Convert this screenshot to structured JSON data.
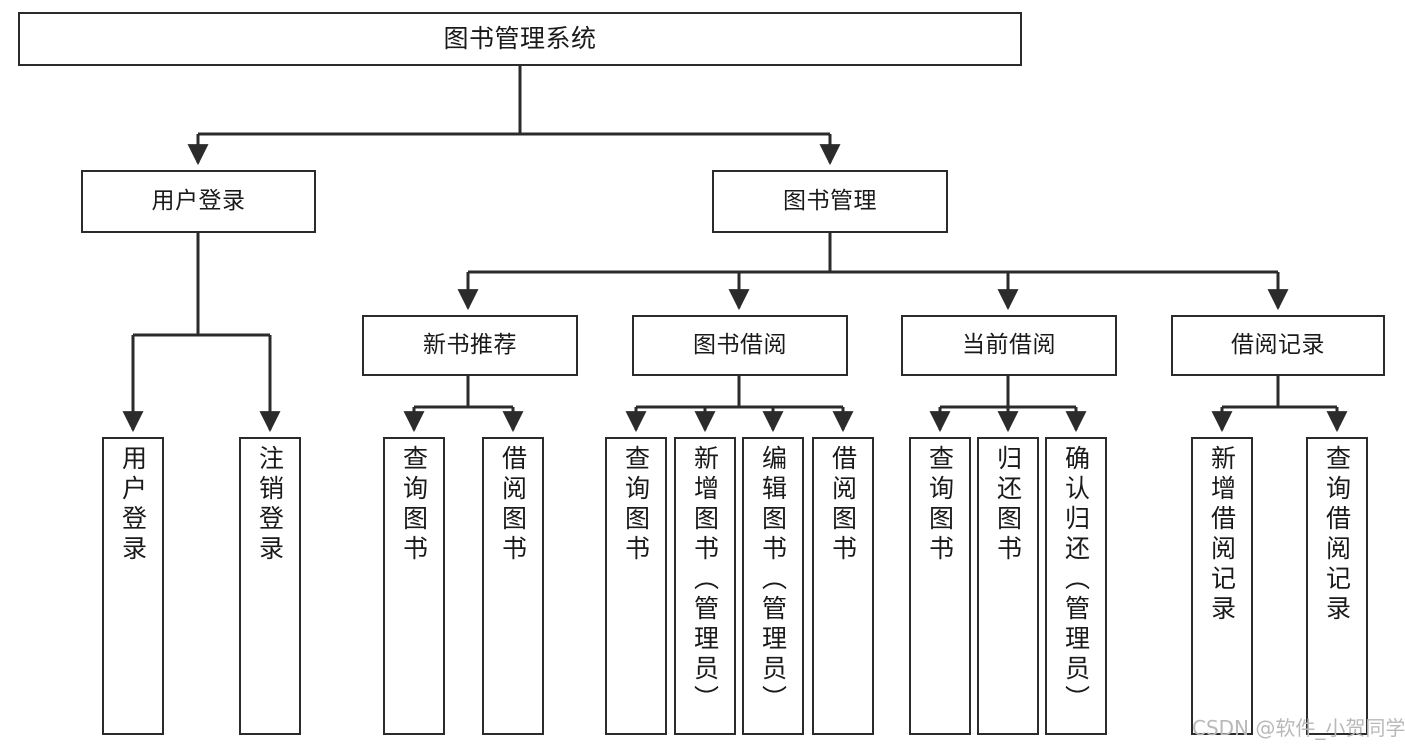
{
  "diagram": {
    "type": "tree",
    "title": "图书管理系统",
    "watermark": "CSDN @软件_小贺同学",
    "colors": {
      "box_border": "#2b2b2b",
      "box_fill": "#ffffff",
      "edge": "#2b2b2b",
      "text": "#1a1a1a",
      "watermark": "#b9b9b9"
    },
    "levels": {
      "root": "图书管理系统",
      "level2": [
        "用户登录",
        "图书管理"
      ],
      "level3": [
        "新书推荐",
        "图书借阅",
        "当前借阅",
        "借阅记录"
      ]
    },
    "nodes": {
      "root": {
        "label": "图书管理系统"
      },
      "user_login": {
        "label": "用户登录"
      },
      "book_manage": {
        "label": "图书管理"
      },
      "new_book_rec": {
        "label": "新书推荐"
      },
      "book_borrow": {
        "label": "图书借阅"
      },
      "current_borrow": {
        "label": "当前借阅"
      },
      "borrow_record": {
        "label": "借阅记录"
      },
      "leaf_user_login": {
        "label": "用户登录"
      },
      "leaf_logout": {
        "label": "注销登录"
      },
      "leaf_query_book_1": {
        "label": "查询图书"
      },
      "leaf_borrow_book_1": {
        "label": "借阅图书"
      },
      "leaf_query_book_2": {
        "label": "查询图书"
      },
      "leaf_add_book": {
        "label": "新增图书（管理员）"
      },
      "leaf_edit_book": {
        "label": "编辑图书（管理员）"
      },
      "leaf_borrow_book_2": {
        "label": "借阅图书"
      },
      "leaf_query_book_3": {
        "label": "查询图书"
      },
      "leaf_return_book": {
        "label": "归还图书"
      },
      "leaf_confirm_return": {
        "label": "确认归还（管理员）"
      },
      "leaf_add_record": {
        "label": "新增借阅记录"
      },
      "leaf_query_record": {
        "label": "查询借阅记录"
      }
    },
    "tree": [
      {
        "label": "图书管理系统",
        "children": [
          {
            "label": "用户登录",
            "children": [
              {
                "label": "用户登录"
              },
              {
                "label": "注销登录"
              }
            ]
          },
          {
            "label": "图书管理",
            "children": [
              {
                "label": "新书推荐",
                "children": [
                  {
                    "label": "查询图书"
                  },
                  {
                    "label": "借阅图书"
                  }
                ]
              },
              {
                "label": "图书借阅",
                "children": [
                  {
                    "label": "查询图书"
                  },
                  {
                    "label": "新增图书（管理员）"
                  },
                  {
                    "label": "编辑图书（管理员）"
                  },
                  {
                    "label": "借阅图书"
                  }
                ]
              },
              {
                "label": "当前借阅",
                "children": [
                  {
                    "label": "查询图书"
                  },
                  {
                    "label": "归还图书"
                  },
                  {
                    "label": "确认归还（管理员）"
                  }
                ]
              },
              {
                "label": "借阅记录",
                "children": [
                  {
                    "label": "新增借阅记录"
                  },
                  {
                    "label": "查询借阅记录"
                  }
                ]
              }
            ]
          }
        ]
      }
    ]
  }
}
